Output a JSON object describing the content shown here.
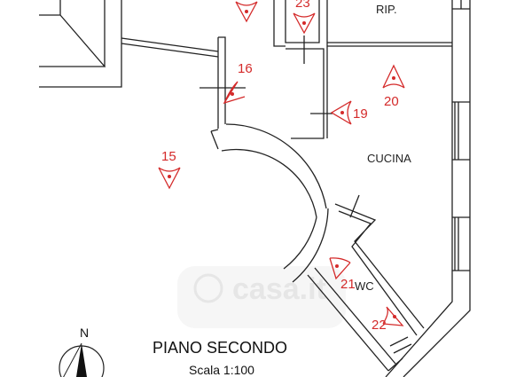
{
  "plan": {
    "title": "PIANO SECONDO",
    "scale": "Scala 1:100",
    "north_label": "N",
    "watermark": "casa.it",
    "rooms": {
      "rip": "RIP.",
      "cucina": "CUCINA",
      "wc": "WC"
    },
    "viewpoints": [
      "15",
      "16",
      "19",
      "20",
      "21",
      "22",
      "23"
    ],
    "colors": {
      "marker": "#d42a2a",
      "wall": "#222222"
    }
  }
}
